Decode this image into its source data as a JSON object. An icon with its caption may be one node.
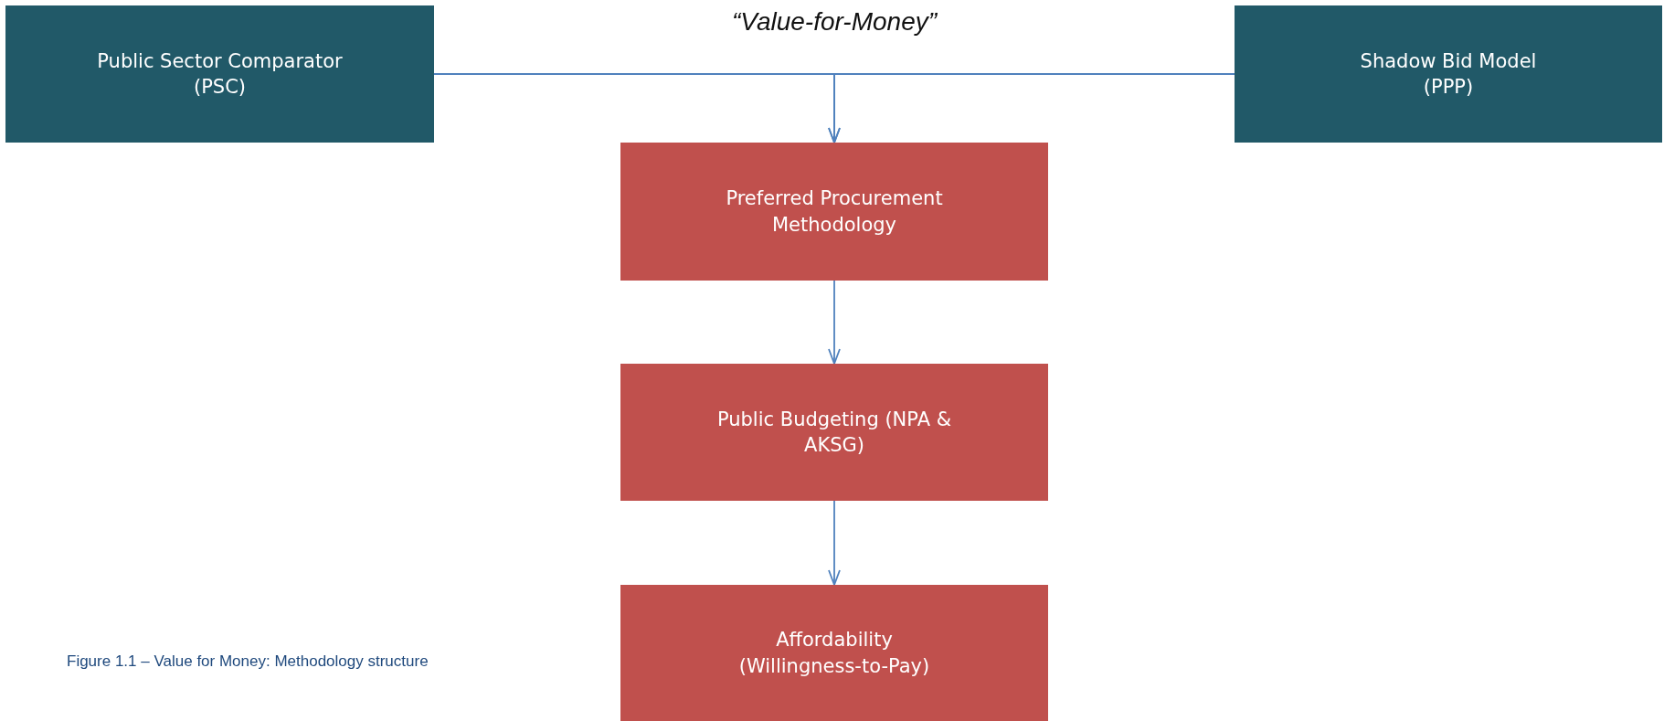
{
  "diagram": {
    "caption": "Figure 1.1 – Value for Money: Methodology structure",
    "nodes": [
      {
        "text": [
          "Public Sector Comparator (PSC)"
        ]
      },
      {
        "text": [
          "Shadow Bid Model (PPP)"
        ]
      },
      {
        "text": [
          "Preferred Procurement Methodology"
        ]
      },
      {
        "text": [
          "Public Budgeting (NPA & AKSG)"
        ]
      },
      {
        "text": [
          "Affordability (Willingness-to-Pay)"
        ]
      }
    ],
    "edges": [
      {
        "from": 0,
        "to": 2,
        "arrow": "to"
      },
      {
        "from": 1,
        "to": 2,
        "arrow": "to"
      },
      {
        "from": 2,
        "to": 3,
        "arrow": "to"
      },
      {
        "from": 3,
        "to": 4,
        "arrow": "to"
      }
    ],
    "labels": [
      "“Value-for-Money”"
    ]
  }
}
